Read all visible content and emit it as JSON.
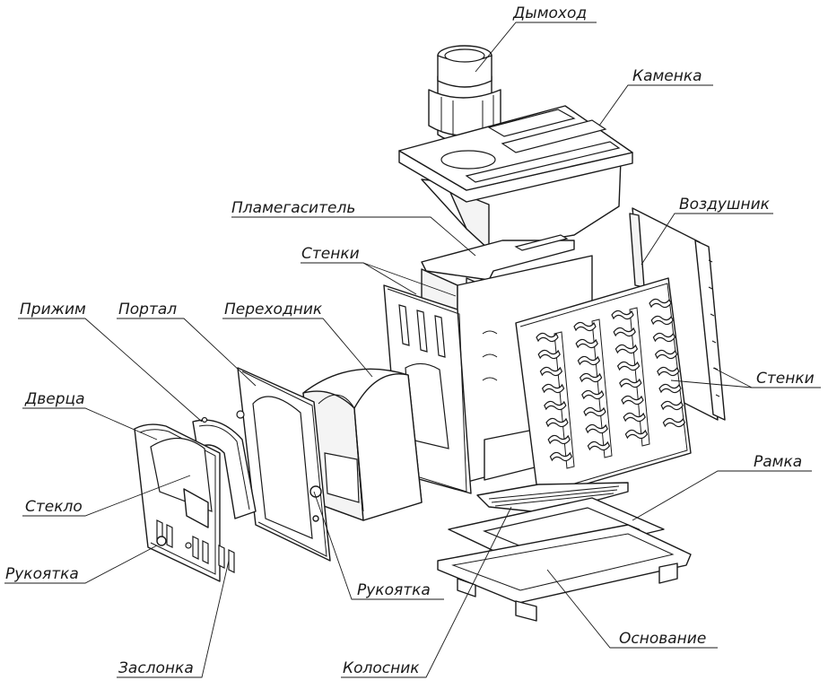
{
  "labels": {
    "dymokhod": "Дымоход",
    "kamenka": "Каменка",
    "vozdushnik": "Воздушник",
    "plamegasitel": "Пламегаситель",
    "stenki_left": "Стенки",
    "stenki_right": "Стенки",
    "prizhim": "Прижим",
    "portal": "Портал",
    "perekhodnik": "Переходник",
    "dvertsa": "Дверца",
    "steklo": "Стекло",
    "rukoyatka_left": "Рукоятка",
    "rukoyatka_center": "Рукоятка",
    "zaslonka": "Заслонка",
    "kolosnik": "Колосник",
    "ramka": "Рамка",
    "osnovanie": "Основание"
  },
  "colors": {
    "stroke": "#1a1a1a",
    "fill": "#ffffff",
    "shade": "#f4f4f4"
  }
}
